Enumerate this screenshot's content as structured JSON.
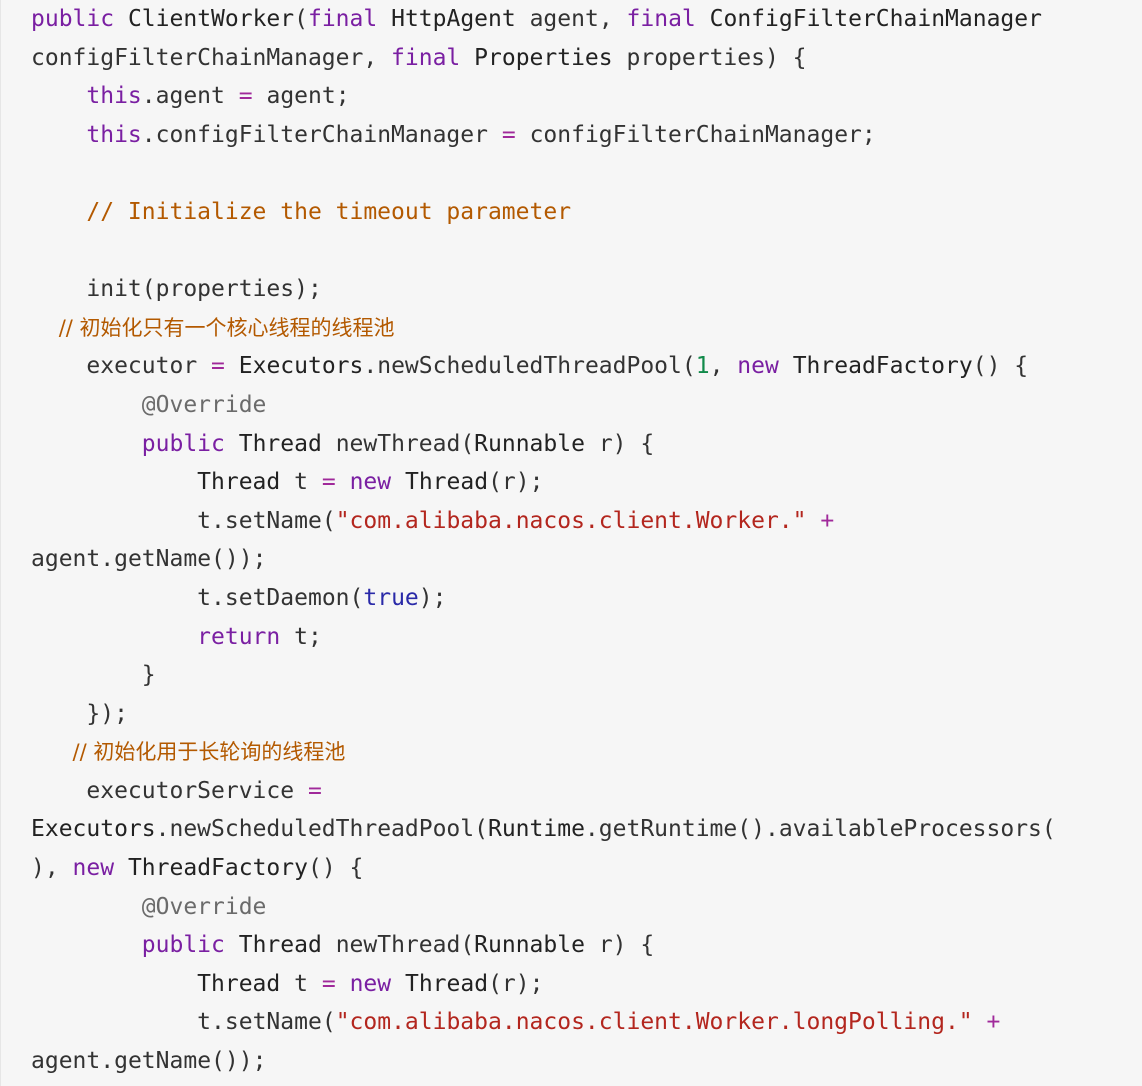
{
  "editor": {
    "language": "java",
    "background": "#f6f6f6",
    "colors": {
      "keyword": "#7a1fa2",
      "comment": "#b35900",
      "string": "#b3261e",
      "number": "#118a4a",
      "boolean": "#2a2aa8",
      "annotation": "#6b6b6b",
      "operator": "#a0299a"
    },
    "lines": [
      [
        [
          "kw",
          "public"
        ],
        [
          "pn",
          " "
        ],
        [
          "ty",
          "ClientWorker"
        ],
        [
          "pn",
          "("
        ],
        [
          "kw",
          "final"
        ],
        [
          "pn",
          " "
        ],
        [
          "ty",
          "HttpAgent"
        ],
        [
          "pn",
          " "
        ],
        [
          "id",
          "agent"
        ],
        [
          "pn",
          ", "
        ],
        [
          "kw",
          "final"
        ],
        [
          "pn",
          " "
        ],
        [
          "ty",
          "ConfigFilterChainManager"
        ]
      ],
      [
        [
          "id",
          "configFilterChainManager"
        ],
        [
          "pn",
          ", "
        ],
        [
          "kw",
          "final"
        ],
        [
          "pn",
          " "
        ],
        [
          "ty",
          "Properties"
        ],
        [
          "pn",
          " "
        ],
        [
          "id",
          "properties"
        ],
        [
          "pn",
          ") {"
        ]
      ],
      [
        [
          "pn",
          "    "
        ],
        [
          "kw",
          "this"
        ],
        [
          "pn",
          "."
        ],
        [
          "id",
          "agent"
        ],
        [
          "pn",
          " "
        ],
        [
          "op",
          "="
        ],
        [
          "pn",
          " "
        ],
        [
          "id",
          "agent"
        ],
        [
          "pn",
          ";"
        ]
      ],
      [
        [
          "pn",
          "    "
        ],
        [
          "kw",
          "this"
        ],
        [
          "pn",
          "."
        ],
        [
          "id",
          "configFilterChainManager"
        ],
        [
          "pn",
          " "
        ],
        [
          "op",
          "="
        ],
        [
          "pn",
          " "
        ],
        [
          "id",
          "configFilterChainManager"
        ],
        [
          "pn",
          ";"
        ]
      ],
      [],
      [
        [
          "pn",
          "    "
        ],
        [
          "cm",
          "// Initialize the timeout parameter"
        ]
      ],
      [],
      [
        [
          "pn",
          "    "
        ],
        [
          "id",
          "init"
        ],
        [
          "pn",
          "("
        ],
        [
          "id",
          "properties"
        ],
        [
          "pn",
          ");"
        ]
      ],
      [
        [
          "pn",
          "  "
        ],
        [
          "cmzh",
          "// 初始化只有一个核心线程的线程池"
        ]
      ],
      [
        [
          "pn",
          "    "
        ],
        [
          "id",
          "executor"
        ],
        [
          "pn",
          " "
        ],
        [
          "op",
          "="
        ],
        [
          "pn",
          " "
        ],
        [
          "ty",
          "Executors"
        ],
        [
          "pn",
          "."
        ],
        [
          "id",
          "newScheduledThreadPool"
        ],
        [
          "pn",
          "("
        ],
        [
          "nm",
          "1"
        ],
        [
          "pn",
          ", "
        ],
        [
          "kw",
          "new"
        ],
        [
          "pn",
          " "
        ],
        [
          "ty",
          "ThreadFactory"
        ],
        [
          "pn",
          "() {"
        ]
      ],
      [
        [
          "pn",
          "        "
        ],
        [
          "an",
          "@Override"
        ]
      ],
      [
        [
          "pn",
          "        "
        ],
        [
          "kw",
          "public"
        ],
        [
          "pn",
          " "
        ],
        [
          "ty",
          "Thread"
        ],
        [
          "pn",
          " "
        ],
        [
          "id",
          "newThread"
        ],
        [
          "pn",
          "("
        ],
        [
          "ty",
          "Runnable"
        ],
        [
          "pn",
          " "
        ],
        [
          "id",
          "r"
        ],
        [
          "pn",
          ") {"
        ]
      ],
      [
        [
          "pn",
          "            "
        ],
        [
          "ty",
          "Thread"
        ],
        [
          "pn",
          " "
        ],
        [
          "id",
          "t"
        ],
        [
          "pn",
          " "
        ],
        [
          "op",
          "="
        ],
        [
          "pn",
          " "
        ],
        [
          "kw",
          "new"
        ],
        [
          "pn",
          " "
        ],
        [
          "ty",
          "Thread"
        ],
        [
          "pn",
          "("
        ],
        [
          "id",
          "r"
        ],
        [
          "pn",
          ");"
        ]
      ],
      [
        [
          "pn",
          "            "
        ],
        [
          "id",
          "t"
        ],
        [
          "pn",
          "."
        ],
        [
          "id",
          "setName"
        ],
        [
          "pn",
          "("
        ],
        [
          "st",
          "\"com.alibaba.nacos.client.Worker.\""
        ],
        [
          "pn",
          " "
        ],
        [
          "op",
          "+"
        ]
      ],
      [
        [
          "id",
          "agent"
        ],
        [
          "pn",
          "."
        ],
        [
          "id",
          "getName"
        ],
        [
          "pn",
          "());"
        ]
      ],
      [
        [
          "pn",
          "            "
        ],
        [
          "id",
          "t"
        ],
        [
          "pn",
          "."
        ],
        [
          "id",
          "setDaemon"
        ],
        [
          "pn",
          "("
        ],
        [
          "bl",
          "true"
        ],
        [
          "pn",
          ");"
        ]
      ],
      [
        [
          "pn",
          "            "
        ],
        [
          "kw",
          "return"
        ],
        [
          "pn",
          " "
        ],
        [
          "id",
          "t"
        ],
        [
          "pn",
          ";"
        ]
      ],
      [
        [
          "pn",
          "        }"
        ]
      ],
      [
        [
          "pn",
          "    });"
        ]
      ],
      [
        [
          "pn",
          "   "
        ],
        [
          "cmzh",
          "// 初始化用于长轮询的线程池"
        ]
      ],
      [
        [
          "pn",
          "    "
        ],
        [
          "id",
          "executorService"
        ],
        [
          "pn",
          " "
        ],
        [
          "op",
          "="
        ]
      ],
      [
        [
          "ty",
          "Executors"
        ],
        [
          "pn",
          "."
        ],
        [
          "id",
          "newScheduledThreadPool"
        ],
        [
          "pn",
          "("
        ],
        [
          "ty",
          "Runtime"
        ],
        [
          "pn",
          "."
        ],
        [
          "id",
          "getRuntime"
        ],
        [
          "pn",
          "()."
        ],
        [
          "id",
          "availableProcessors"
        ],
        [
          "pn",
          "("
        ]
      ],
      [
        [
          "pn",
          "), "
        ],
        [
          "kw",
          "new"
        ],
        [
          "pn",
          " "
        ],
        [
          "ty",
          "ThreadFactory"
        ],
        [
          "pn",
          "() {"
        ]
      ],
      [
        [
          "pn",
          "        "
        ],
        [
          "an",
          "@Override"
        ]
      ],
      [
        [
          "pn",
          "        "
        ],
        [
          "kw",
          "public"
        ],
        [
          "pn",
          " "
        ],
        [
          "ty",
          "Thread"
        ],
        [
          "pn",
          " "
        ],
        [
          "id",
          "newThread"
        ],
        [
          "pn",
          "("
        ],
        [
          "ty",
          "Runnable"
        ],
        [
          "pn",
          " "
        ],
        [
          "id",
          "r"
        ],
        [
          "pn",
          ") {"
        ]
      ],
      [
        [
          "pn",
          "            "
        ],
        [
          "ty",
          "Thread"
        ],
        [
          "pn",
          " "
        ],
        [
          "id",
          "t"
        ],
        [
          "pn",
          " "
        ],
        [
          "op",
          "="
        ],
        [
          "pn",
          " "
        ],
        [
          "kw",
          "new"
        ],
        [
          "pn",
          " "
        ],
        [
          "ty",
          "Thread"
        ],
        [
          "pn",
          "("
        ],
        [
          "id",
          "r"
        ],
        [
          "pn",
          ");"
        ]
      ],
      [
        [
          "pn",
          "            "
        ],
        [
          "id",
          "t"
        ],
        [
          "pn",
          "."
        ],
        [
          "id",
          "setName"
        ],
        [
          "pn",
          "("
        ],
        [
          "st",
          "\"com.alibaba.nacos.client.Worker.longPolling.\""
        ],
        [
          "pn",
          " "
        ],
        [
          "op",
          "+"
        ]
      ],
      [
        [
          "id",
          "agent"
        ],
        [
          "pn",
          "."
        ],
        [
          "id",
          "getName"
        ],
        [
          "pn",
          "());"
        ]
      ]
    ]
  }
}
